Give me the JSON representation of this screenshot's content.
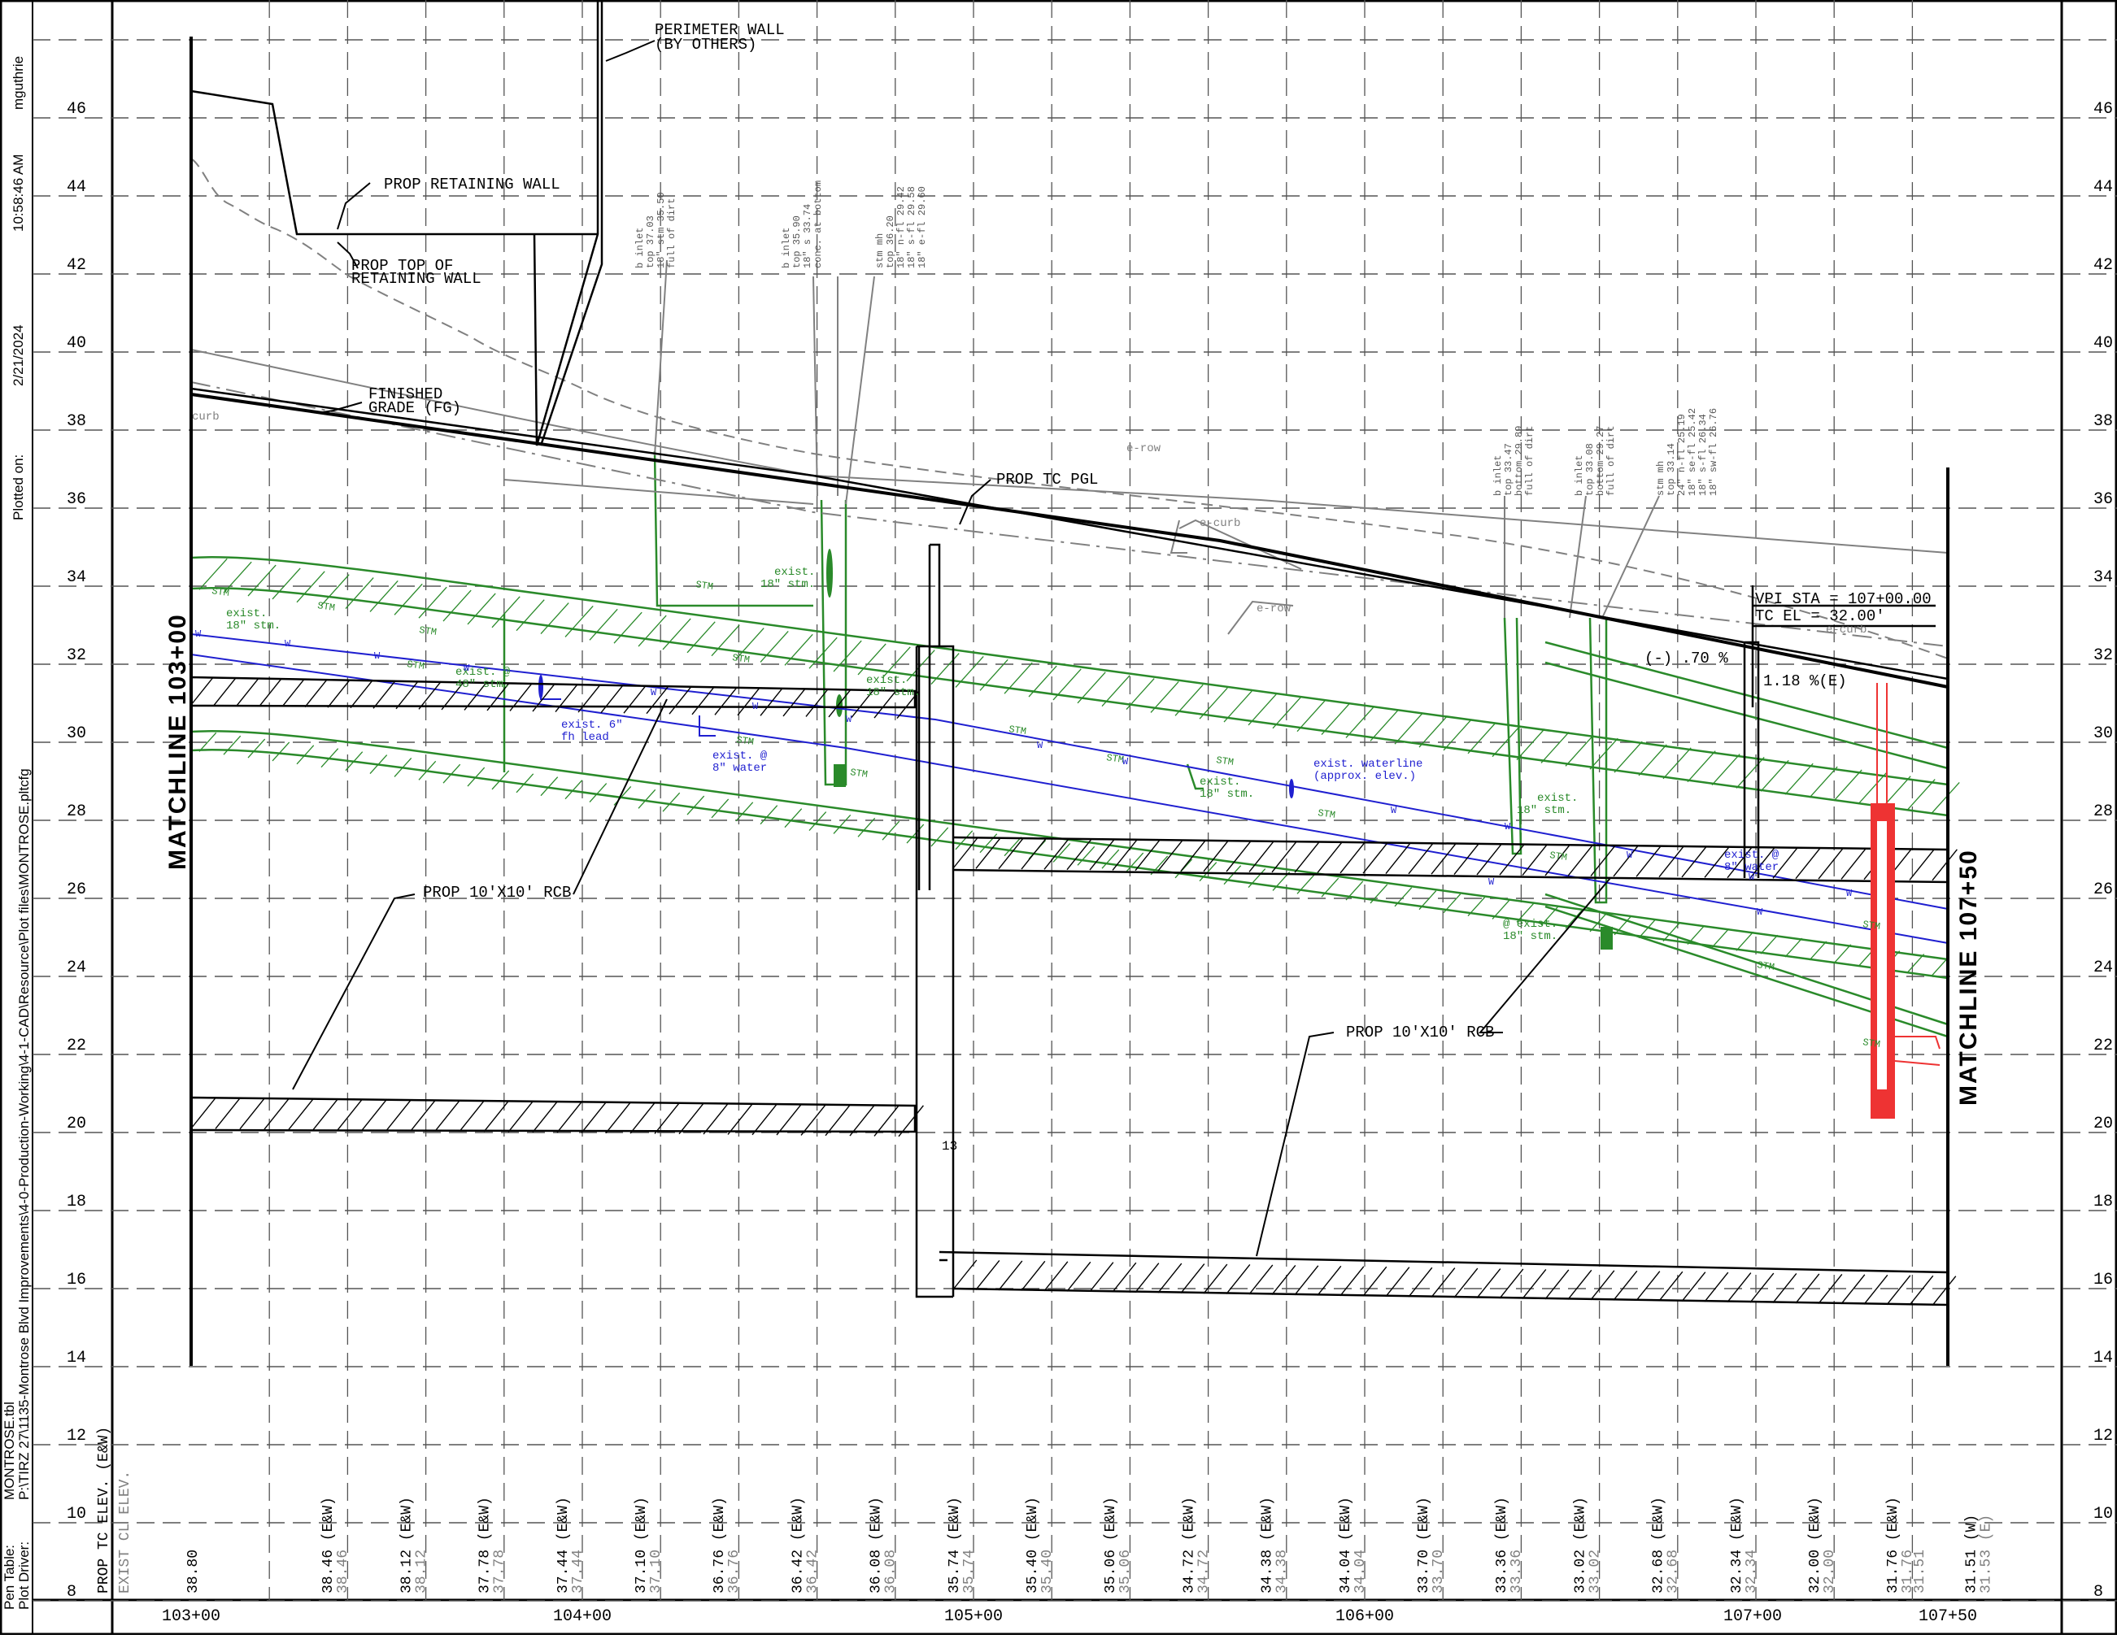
{
  "sheet": {
    "plot_info": {
      "pen_table": "Pen Table:",
      "plot_driver": "Plot Driver:",
      "table_file": "MONTROSE.tbl",
      "path": "P:\\TIRZ 27\\1135-Montrose Blvd Improvements\\4-0-Production-Working\\4-1-CAD\\Resource\\Plot files\\MONTROSE.pltcfg",
      "plotted_on": "Plotted on:",
      "date": "2/21/2024",
      "time": "10:58:46 AM",
      "user": "mguthrie"
    },
    "matchlines": {
      "left": "MATCHLINE 103+00",
      "right": "MATCHLINE 107+50"
    },
    "elevation_labels": [
      "46",
      "44",
      "42",
      "40",
      "38",
      "36",
      "34",
      "32",
      "30",
      "28",
      "26",
      "24",
      "22",
      "20",
      "18",
      "16",
      "14",
      "12",
      "10",
      "8"
    ],
    "station_labels": [
      "103+00",
      "104+00",
      "105+00",
      "106+00",
      "107+00",
      "107+50"
    ],
    "row_labels": {
      "prop": "PROP TC ELEV. (E&W)",
      "exist": "EXIST CL ELEV."
    },
    "prop_elevations": [
      "38.80",
      "38.46 (E&W)",
      "38.12 (E&W)",
      "37.78 (E&W)",
      "37.44 (E&W)",
      "37.10 (E&W)",
      "36.76 (E&W)",
      "36.42 (E&W)",
      "36.08 (E&W)",
      "35.74 (E&W)",
      "35.40 (E&W)",
      "35.06 (E&W)",
      "34.72 (E&W)",
      "34.38 (E&W)",
      "34.04 (E&W)",
      "33.70 (E&W)",
      "33.36 (E&W)",
      "33.02 (E&W)",
      "32.68 (E&W)",
      "32.34 (E&W)",
      "32.00 (E&W)",
      "31.76 (E&W)",
      "31.51 (W)"
    ],
    "exist_elevations": [
      "",
      "38.46",
      "38.12",
      "37.78",
      "37.44",
      "37.10",
      "36.76",
      "36.42",
      "36.08",
      "35.74",
      "35.40",
      "35.06",
      "34.72",
      "34.38",
      "34.04",
      "33.70",
      "33.36",
      "33.02",
      "32.68",
      "32.34",
      "32.00",
      "31.76",
      "31.53 (E)"
    ],
    "end_elevation": "31.51",
    "callouts": {
      "perimeter_wall": [
        "PERIMETER WALL",
        "(BY OTHERS)"
      ],
      "retaining_wall": "PROP RETAINING WALL",
      "top_of_wall": [
        "PROP TOP OF",
        "RETAINING WALL"
      ],
      "finished_grade": [
        "FINISHED",
        "GRADE (FG)"
      ],
      "pgl": "PROP TC PGL",
      "rcb_left": "PROP 10'X10' RCB",
      "rcb_right": "PROP 10'X10' RCB",
      "vpi_sta": "VPI STA = 107+00.00",
      "tc_el": "TC EL = 32.00'",
      "grade_left": "(-) .70 %",
      "grade_right": "1.18 %(E)",
      "curb": "curb",
      "row": "e-row",
      "curb2": "e-curb",
      "row2": "e-row",
      "curb3": "e-curb",
      "number": "13"
    },
    "utility_labels": {
      "exist_18_stm_left": [
        "exist.",
        "18\" stm."
      ],
      "exist_18_stm_top": [
        "exist.",
        "18\" stm."
      ],
      "exist_18_stm_mid": [
        "exist.",
        "18\" stm."
      ],
      "exist_48_stm": [
        "exist. @",
        "48\" stm."
      ],
      "exist_6_fh": [
        "exist. 6\"",
        "fh lead"
      ],
      "exist_8_water": [
        "exist. @",
        "8\" water"
      ],
      "exist_18_stm_c": [
        "exist.",
        "18\" stm."
      ],
      "exist_waterline": [
        "exist. waterline",
        "(approx. elev.)"
      ],
      "exist_18_stm_d": [
        "exist.",
        "18\" stm."
      ],
      "exist_18_stm_e": [
        "@ exist.",
        "18\" stm."
      ],
      "exist_8_water_r": [
        "exist. @",
        "8\" water"
      ],
      "stm": "STM",
      "w": "W"
    },
    "inlet_notes": {
      "a": [
        "b inlet",
        "top 37.03",
        "18\" stm 35.50",
        "full of dirt"
      ],
      "b": [
        "b inlet",
        "top 35.90",
        "18\" s 33.74",
        "conc. at bottom"
      ],
      "c": [
        "stm mh",
        "top 36.20",
        "18\" n-fl 29.42",
        "18\" s-fl 29.58",
        "18\" e-fl 29.60"
      ],
      "d": [
        "b inlet",
        "top 33.47",
        "bottom 29.89",
        "full of dirt"
      ],
      "e": [
        "b inlet",
        "top 33.08",
        "bottom 29.27",
        "full of dirt"
      ],
      "f": [
        "stm mh",
        "top 33.14",
        "24\" n-fl 25.19",
        "18\" se-fl 25.42",
        "18\" s-fl 26.34",
        "18\" sw-fl 26.76"
      ]
    },
    "colors": {
      "ink": "#000000",
      "grid": "#555555",
      "storm": "#2a8a2a",
      "water": "#1f1fd0",
      "existing": "#808080",
      "proposed_structure": "#ee3333"
    }
  }
}
